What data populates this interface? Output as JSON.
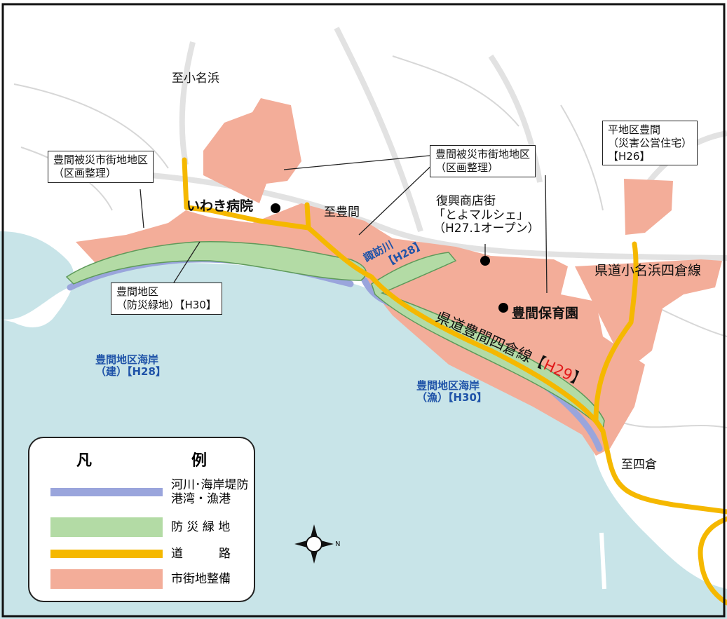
{
  "map": {
    "colors": {
      "sea": "#c8e4e8",
      "land": "#ffffff",
      "river_seawall": "#9aa5dc",
      "green_zone": "#b3dba5",
      "road": "#f5b800",
      "urban_dev": "#f3ad99",
      "frame": "#111111"
    },
    "place_labels": {
      "to_onahama": "至小名浜",
      "iwaki_hospital": "いわき病院",
      "to_toyoma": "至豊間",
      "reconstruction_street_line1": "復興商店街",
      "reconstruction_street_line2": "「とよマルシェ」",
      "reconstruction_street_line3": "（H27.1オープン）",
      "suwa_river": "諏訪川",
      "suwa_river_year": "【H28】",
      "prefectural_road_onahama_yotsukura": "県道小名浜四倉線",
      "toyoma_nursery": "豊間保育園",
      "prefectural_road_toyoma_yotsukura": "県道豊間四倉線",
      "bracket_open": "【",
      "prefectural_road_year": "H29",
      "bracket_close": "】",
      "to_yotsukura": "至四倉"
    },
    "callouts": {
      "west_urban_line1": "豊間被災市街地地区",
      "west_urban_line2": "（区画整理）",
      "center_urban_line1": "豊間被災市街地地区",
      "center_urban_line2": "（区画整理）",
      "taira_line1": "平地区豊間",
      "taira_line2": "（災害公営住宅）",
      "taira_line3": "【H26】",
      "green_line1": "豊間地区",
      "green_line2": "（防災緑地）【H30】"
    },
    "coast_labels": {
      "construction_line1": "豊間地区海岸",
      "construction_line2": "（建）【H28】",
      "fishery_line1": "豊間地区海岸",
      "fishery_line2": "（漁）【H30】"
    },
    "compass_letter": "N"
  },
  "legend": {
    "title": "凡　例",
    "items": [
      {
        "line1": "河川･海岸堤防",
        "line2": "港湾・漁港",
        "color": "#9aa5dc"
      },
      {
        "line1": "防 災 緑 地",
        "line2": "",
        "color": "#b3dba5"
      },
      {
        "line1": "道　　　路",
        "line2": "",
        "color": "#f5b800"
      },
      {
        "line1": "市街地整備",
        "line2": "",
        "color": "#f3ad99"
      }
    ]
  }
}
